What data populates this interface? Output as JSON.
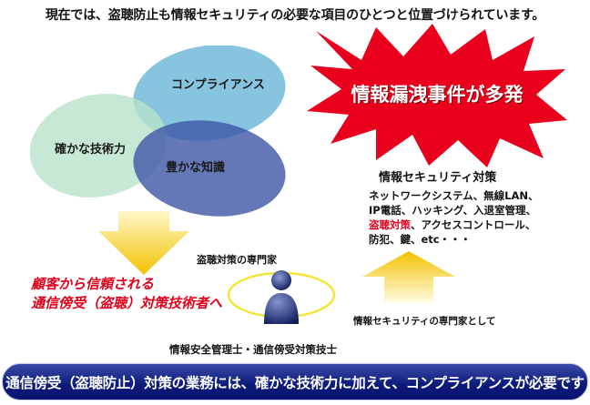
{
  "headline": "現在では、盗聴防止も情報セキュリティの必要な項目のひとつと位置づけられています。",
  "venn": {
    "circle_top": "コンプライアンス",
    "circle_left": "確かな技術力",
    "circle_bottom": "豊かな知識",
    "colors": {
      "top": "#5fb0d6",
      "left": "#a9dcc0",
      "bottom": "#3d56a6"
    }
  },
  "burst": {
    "text": "情報漏洩事件が多発",
    "color": "#e8001c"
  },
  "security": {
    "title": "情報セキュリティ対策",
    "line1": "ネットワークシステム、無線LAN、",
    "line2": "IP電話、ハッキング、入退室管理、",
    "line3_highlight": "盗聴対策",
    "line3_rest": "、アクセスコントロール、",
    "line4": "防犯、鍵、etc・・・"
  },
  "expert_label": "盗聴対策の専門家",
  "red_text": {
    "line1": "顧客から信頼される",
    "line2": "通信傍受（盗聴）対策技術者へ"
  },
  "security_expert": "情報セキュリティの専門家として",
  "qualification": "情報安全管理士・通信傍受対策技士",
  "banner": "通信傍受（盗聴防止）対策の業務には、確かな技術力に加えて、コンプライアンスが必要です"
}
